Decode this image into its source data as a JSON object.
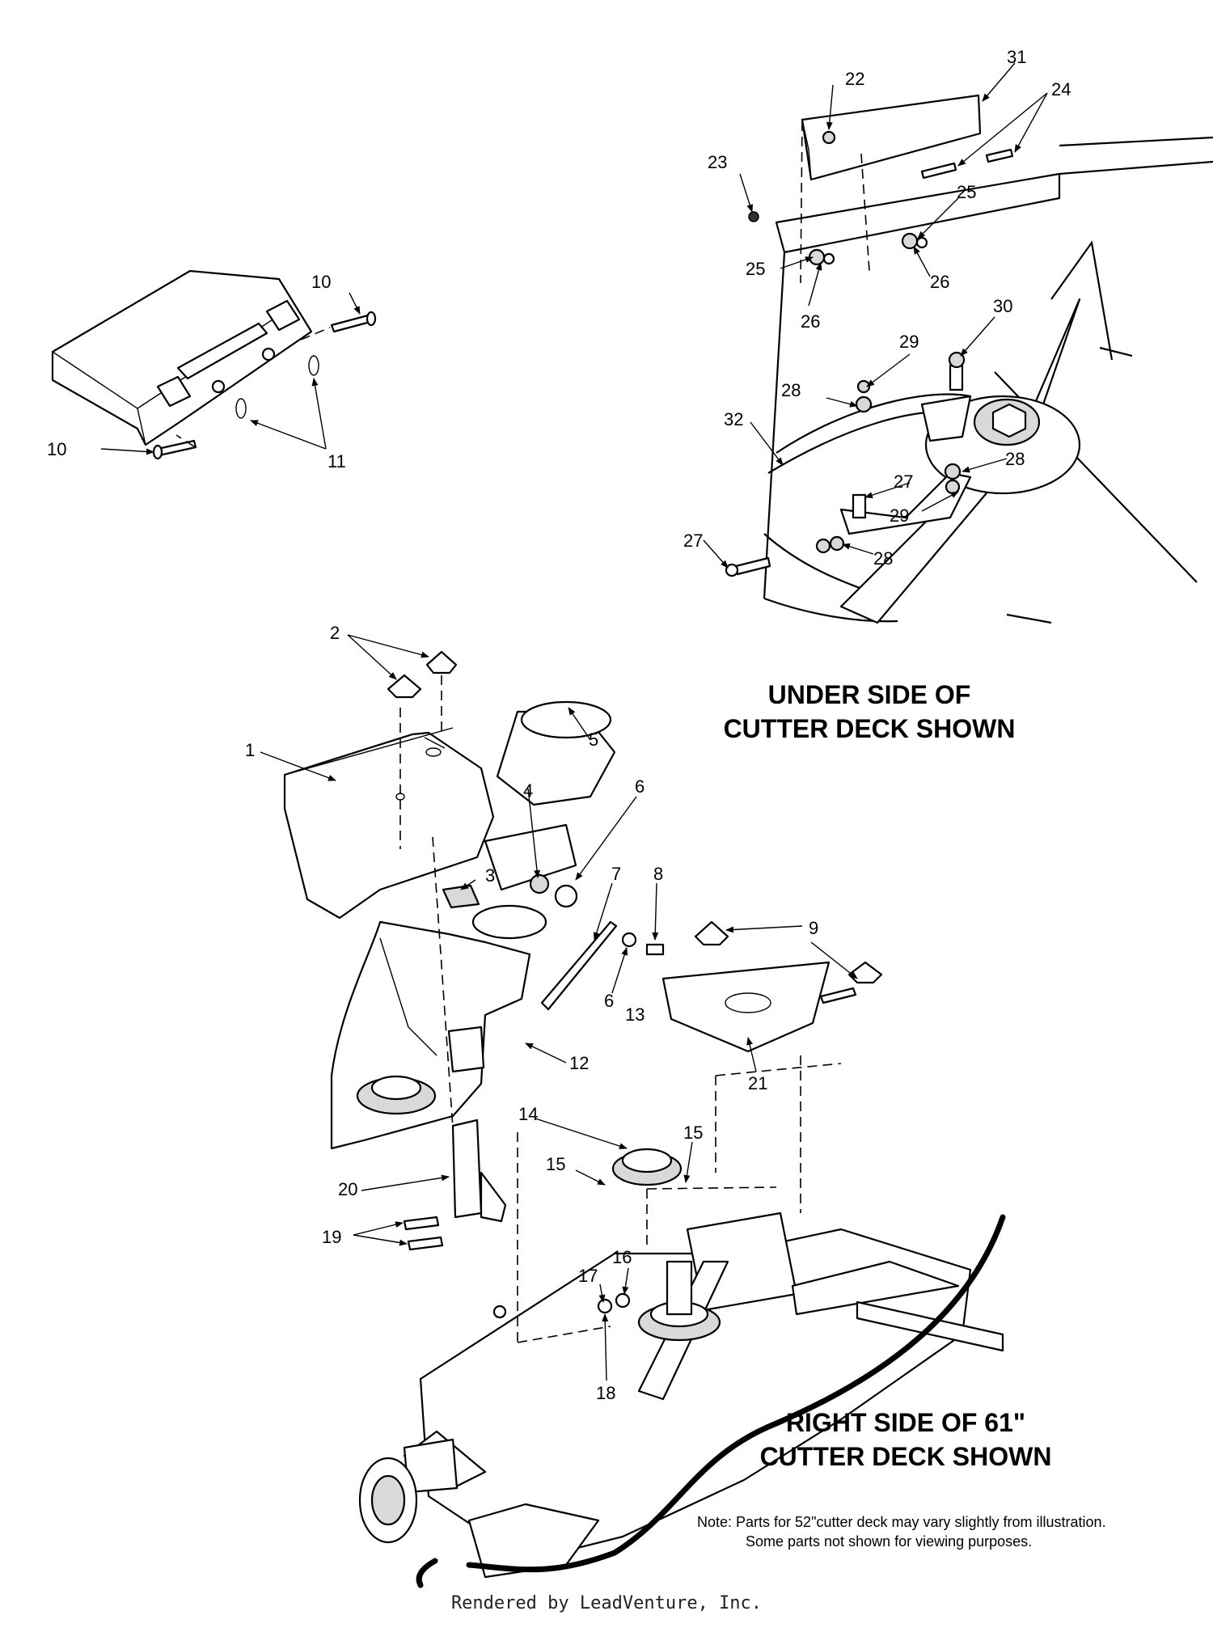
{
  "captions": {
    "underside_line1": "UNDER SIDE OF",
    "underside_line2": "CUTTER DECK SHOWN",
    "rightside_line1": "RIGHT SIDE OF 61\"",
    "rightside_line2": "CUTTER DECK SHOWN"
  },
  "note": {
    "line1": "Note:  Parts for 52\"cutter deck may vary slightly from illustration.",
    "line2": "Some parts not shown for viewing purposes."
  },
  "footer": "Rendered by LeadVenture, Inc.",
  "callouts": {
    "c1": "1",
    "c2": "2",
    "c3": "3",
    "c4": "4",
    "c5": "5",
    "c6a": "6",
    "c6b": "6",
    "c7": "7",
    "c8": "8",
    "c9": "9",
    "c10a": "10",
    "c10b": "10",
    "c11": "11",
    "c12": "12",
    "c13": "13",
    "c14": "14",
    "c15a": "15",
    "c15b": "15",
    "c16": "16",
    "c17": "17",
    "c18": "18",
    "c19": "19",
    "c20": "20",
    "c21": "21",
    "c22": "22",
    "c23": "23",
    "c24": "24",
    "c25a": "25",
    "c25b": "25",
    "c26a": "26",
    "c26b": "26",
    "c27a": "27",
    "c27b": "27",
    "c28a": "28",
    "c28b": "28",
    "c28c": "28",
    "c29a": "29",
    "c29b": "29",
    "c30": "30",
    "c31": "31",
    "c32": "32"
  }
}
